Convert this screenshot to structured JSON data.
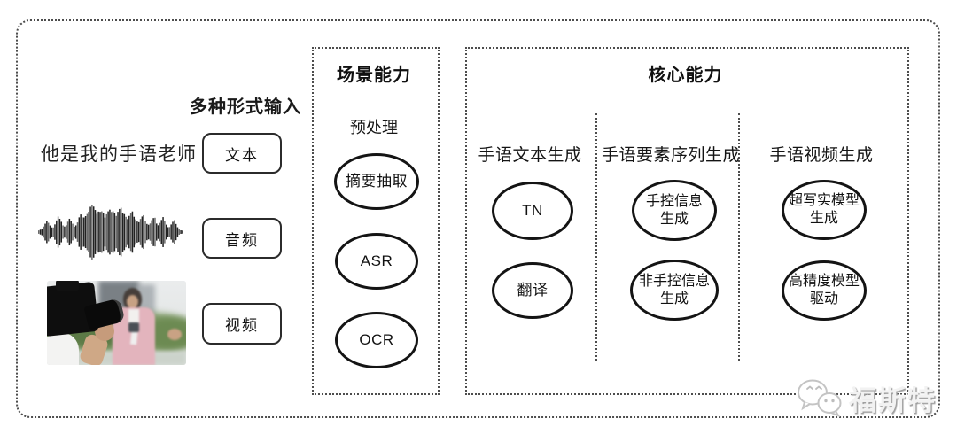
{
  "colors": {
    "stroke_dark": "#141414",
    "dotted_border": "#4d4d4d",
    "watermark_gray": "#c4c4c4"
  },
  "input_section": {
    "title": "多种形式输入",
    "text_sample": "他是我的手语老师",
    "items": [
      {
        "label": "文本"
      },
      {
        "label": "音频"
      },
      {
        "label": "视频"
      }
    ],
    "icons": [
      "audio-waveform-icon",
      "video-thumbnail-image"
    ]
  },
  "scene_section": {
    "title": "场景能力",
    "subtitle": "预处理",
    "nodes": [
      {
        "label": "摘要抽取"
      },
      {
        "label": "ASR"
      },
      {
        "label": "OCR"
      }
    ]
  },
  "core_section": {
    "title": "核心能力",
    "columns": [
      {
        "header": "手语文本生成",
        "nodes": [
          {
            "label": "TN"
          },
          {
            "label": "翻译"
          }
        ]
      },
      {
        "header": "手语要素序列生成",
        "nodes": [
          {
            "label": "手控信息\n生成"
          },
          {
            "label": "非手控信息\n生成"
          }
        ]
      },
      {
        "header": "手语视频生成",
        "nodes": [
          {
            "label": "超写实模型\n生成"
          },
          {
            "label": "高精度模型\n驱动"
          }
        ]
      }
    ]
  },
  "watermark": {
    "logo": "wechat-logo-icon",
    "text": "福斯特"
  }
}
